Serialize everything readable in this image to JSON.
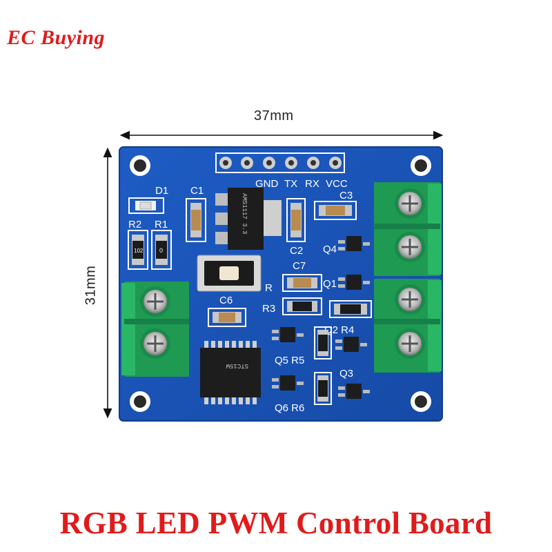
{
  "brand": {
    "text": "EC Buying"
  },
  "dimensions": {
    "width_label": "37mm",
    "height_label": "31mm"
  },
  "footer": {
    "title": "RGB LED PWM Control Board"
  },
  "board": {
    "header_pins": [
      "GND",
      "TX",
      "RX",
      "VCC"
    ],
    "labels": {
      "d1": "D1",
      "c1": "C1",
      "c2": "C2",
      "c3": "C3",
      "c6": "C6",
      "c7": "C7",
      "r1": "R1",
      "r2": "R2",
      "r3": "R3",
      "q1": "Q1",
      "q2r4": "Q2 R4",
      "q3": "Q3",
      "q4": "Q4",
      "q5r5": "Q5 R5",
      "q6r6": "Q6 R6",
      "r_mark": "R",
      "res_102": "102",
      "res_0": "0"
    },
    "chip_marks": {
      "regulator": "AMS1117 3.3",
      "mcu": "STC15W"
    }
  },
  "colors": {
    "pcb": "#1a56b8",
    "terminal": "#22a85a",
    "brand_red": "#e01b1b"
  }
}
